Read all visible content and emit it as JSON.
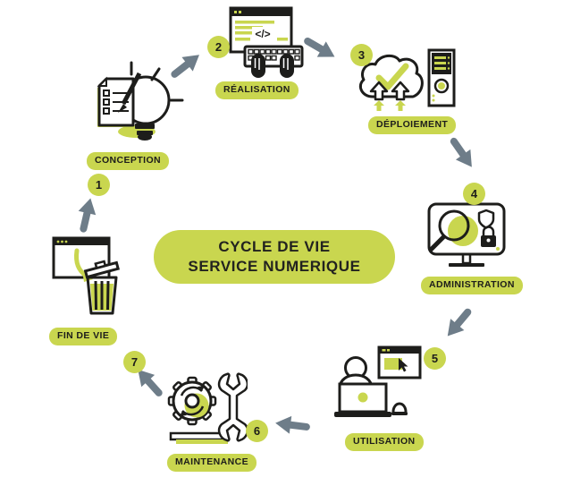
{
  "colors": {
    "accent_green": "#c9d64f",
    "line_dark": "#1d1d1b",
    "arrow_gray": "#6e7d89",
    "background": "#ffffff"
  },
  "center": {
    "line1": "CYCLE DE VIE",
    "line2": "SERVICE NUMERIQUE"
  },
  "stages": [
    {
      "number": "1",
      "label": "CONCEPTION",
      "icon": "lightbulb-checklist-icon"
    },
    {
      "number": "2",
      "label": "RÉALISATION",
      "icon": "code-window-keyboard-hands-icon",
      "icon_text": "</>"
    },
    {
      "number": "3",
      "label": "DÉPLOIEMENT",
      "icon": "cloud-check-upload-server-icon"
    },
    {
      "number": "4",
      "label": "ADMINISTRATION",
      "icon": "monitor-magnifier-shield-lock-icon"
    },
    {
      "number": "5",
      "label": "UTILISATION",
      "icon": "user-laptop-browser-cursor-icon"
    },
    {
      "number": "6",
      "label": "MAINTENANCE",
      "icon": "gear-wrench-icon"
    },
    {
      "number": "7",
      "label": "FIN DE VIE",
      "icon": "window-to-trash-icon"
    }
  ]
}
